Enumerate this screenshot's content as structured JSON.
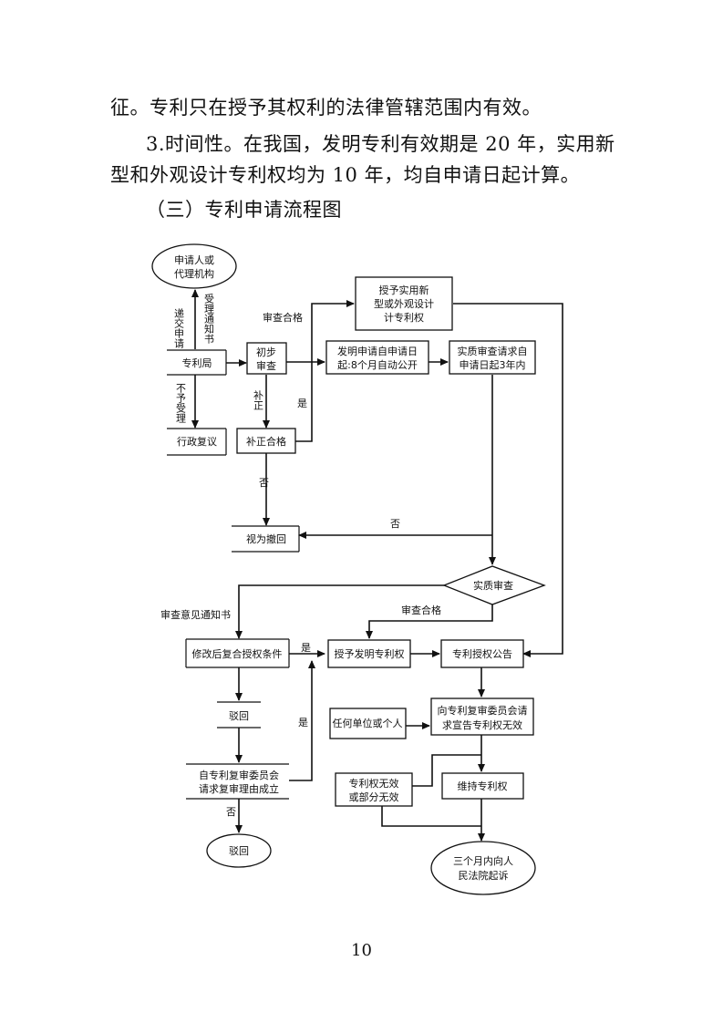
{
  "text": {
    "line1": "征。专利只在授予其权利的法律管辖范围内有效。",
    "line2": "3.时间性。在我国，发明专利有效期是 20 年，实用新",
    "line3": "型和外观设计专利权均为 10 年，均自申请日起计算。",
    "heading": "（三）专利申请流程图"
  },
  "flowchart": {
    "applicant": [
      "申请人或",
      "代理机构"
    ],
    "submit": "递交申请",
    "notice": "受理通知书",
    "patent_office": "专利局",
    "not_accept": "不予受理",
    "admin_review": "行政复议",
    "prelim_exam": [
      "初步",
      "审查"
    ],
    "correct": "补正",
    "corrected_ok": "补正合格",
    "yes1": "是",
    "no1": "否",
    "exam_pass_top": "审查合格",
    "grant_utility": [
      "授予实用新",
      "型或外观设计",
      "计专利权"
    ],
    "publish": [
      "发明申请自申请日",
      "起:8个月自动公开"
    ],
    "substantive_request": [
      "实质审查请求自",
      "申请日起3年内"
    ],
    "deemed_withdrawn": "视为撤回",
    "no2": "否",
    "substantive_exam": "实质审查",
    "exam_opinion": "审查意见通知书",
    "exam_pass_mid": "审查合格",
    "modify": "修改后复合授权条件",
    "yes2": "是",
    "grant_invention": "授予发明专利权",
    "grant_announce": "专利授权公告",
    "reject1": "驳回",
    "yes3": "是",
    "anyone": "任何单位或个人",
    "invalid_request": [
      "向专利复审委员会请",
      "求宣告专利权无效"
    ],
    "reexam_request": [
      "自专利复审委员会",
      "请求复审理由成立"
    ],
    "no3": "否",
    "invalid_result": [
      "专利权无效",
      "或部分无效"
    ],
    "maintain": "维持专利权",
    "reject2": "驳回",
    "lawsuit": [
      "三个月内向人",
      "民法院起诉"
    ]
  },
  "page_number": "10"
}
